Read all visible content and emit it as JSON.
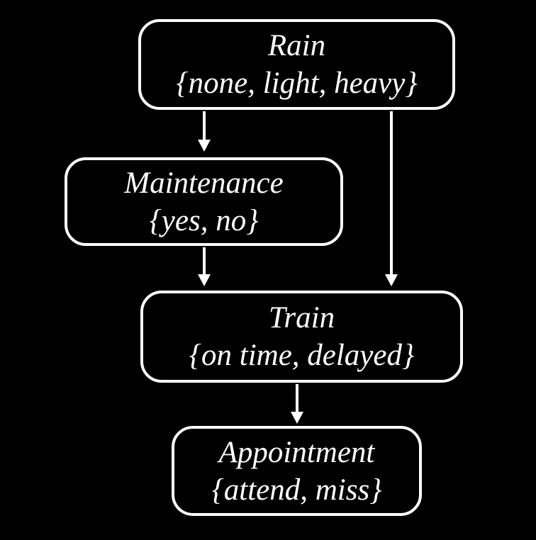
{
  "diagram": {
    "type": "bayesian-network",
    "background_color": "#000000",
    "node_border_color": "#ffffff",
    "text_color": "#ffffff",
    "nodes": [
      {
        "id": "rain",
        "label": "Rain",
        "states": "{none, light, heavy}"
      },
      {
        "id": "maintenance",
        "label": "Maintenance",
        "states": "{yes, no}"
      },
      {
        "id": "train",
        "label": "Train",
        "states": "{on time, delayed}"
      },
      {
        "id": "appointment",
        "label": "Appointment",
        "states": "{attend, miss}"
      }
    ],
    "edges": [
      {
        "from": "rain",
        "to": "maintenance"
      },
      {
        "from": "rain",
        "to": "train"
      },
      {
        "from": "maintenance",
        "to": "train"
      },
      {
        "from": "train",
        "to": "appointment"
      }
    ]
  }
}
